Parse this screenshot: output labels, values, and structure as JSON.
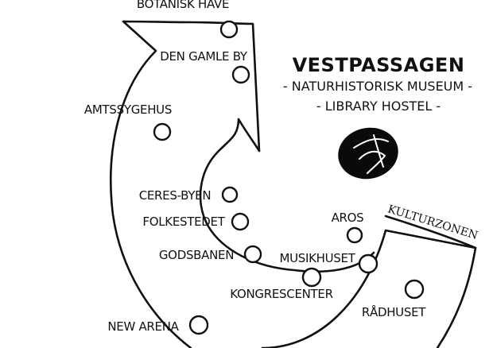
{
  "title": "VESTPASSAGEN",
  "subtitle_lines": [
    "- NATURHISTORISK MUSEUM -",
    "- LIBRARY HOSTEL -"
  ],
  "district_label": "KULTURZONEN",
  "stops": {
    "botanisk_have": "BOTANISK HAVE",
    "den_gamle_by": "DEN GAMLE BY",
    "amtssygehus": "AMTSSYGEHUS",
    "ceres_byen": "CERES-BYEN",
    "folkestedet": "FOLKESTEDET",
    "godsbanen": "GODSBANEN",
    "musikhuset": "MUSIKHUSET",
    "aros": "AROS",
    "kongrescenter": "KONGRESCENTER",
    "raadhuset": "RÅDHUSET",
    "new_arena": "NEW ARENA"
  },
  "logo_icon": "black-oval-signature-logo"
}
